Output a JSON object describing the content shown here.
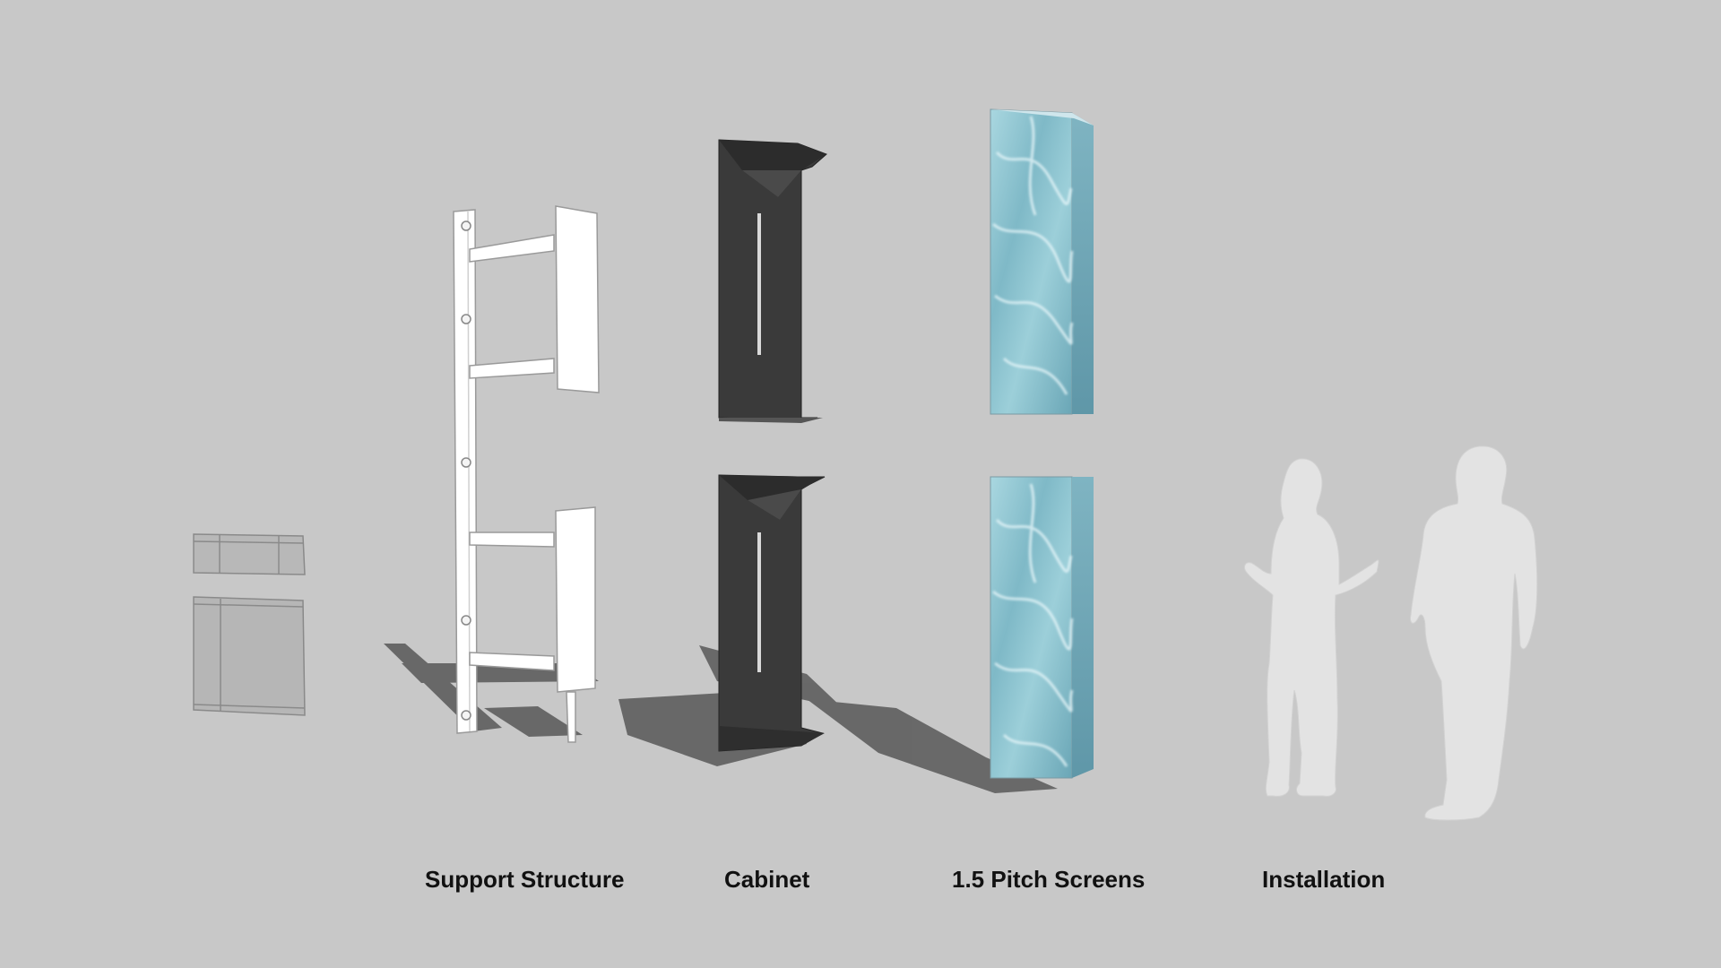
{
  "labels": {
    "support_structure": "Support Structure",
    "cabinet": "Cabinet",
    "pitch_screens": "1.5 Pitch Screens",
    "installation": "Installation"
  },
  "colors": {
    "background": "#c8c8c8",
    "structure": "#ffffff",
    "cabinet": "#3a3a3a",
    "screen": "#8fc3cf",
    "silhouette": "#e3e3e3",
    "shadow": "#5e5e5e"
  }
}
